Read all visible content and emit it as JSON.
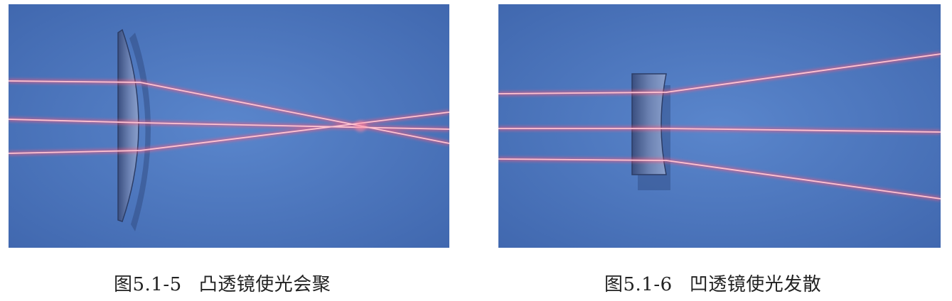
{
  "figures": [
    {
      "number": "图5.1-5",
      "title": "凸透镜使光会聚",
      "subject": "convex-lens-converging"
    },
    {
      "number": "图5.1-6",
      "title": "凹透镜使光发散",
      "subject": "concave-lens-diverging"
    }
  ],
  "colors": {
    "background": "#4a74b8",
    "beam": "#ff5a7a",
    "beam_core": "#ffd0dc",
    "lens": "#5a6f9c"
  }
}
